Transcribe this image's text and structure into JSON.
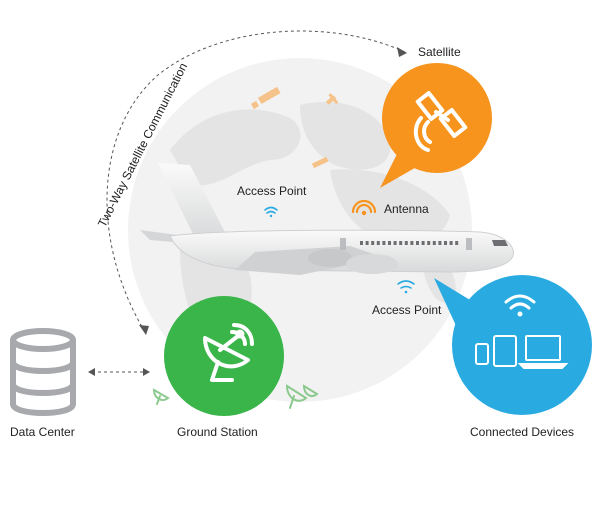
{
  "labels": {
    "satellite": "Satellite",
    "access_point_top": "Access Point",
    "antenna": "Antenna",
    "access_point_bottom": "Access Point",
    "data_center": "Data Center",
    "ground_station": "Ground Station",
    "connected_devices": "Connected Devices",
    "two_way_link": "Two-Way Satellite Communication"
  },
  "colors": {
    "satellite_bubble": "#f7941d",
    "ground_station_circle": "#39b54a",
    "devices_bubble": "#29abe2",
    "wifi_signal": "#29abe2",
    "antenna_signal": "#f7941d",
    "database": "#a7a9ac",
    "globe": "#eeeeee",
    "aircraft": "#e6e7e8"
  },
  "icons": [
    "satellite-icon",
    "satellite-dish-icon",
    "wifi-icon",
    "database-icon",
    "airplane-icon",
    "phone-icon",
    "tablet-icon",
    "laptop-icon"
  ]
}
